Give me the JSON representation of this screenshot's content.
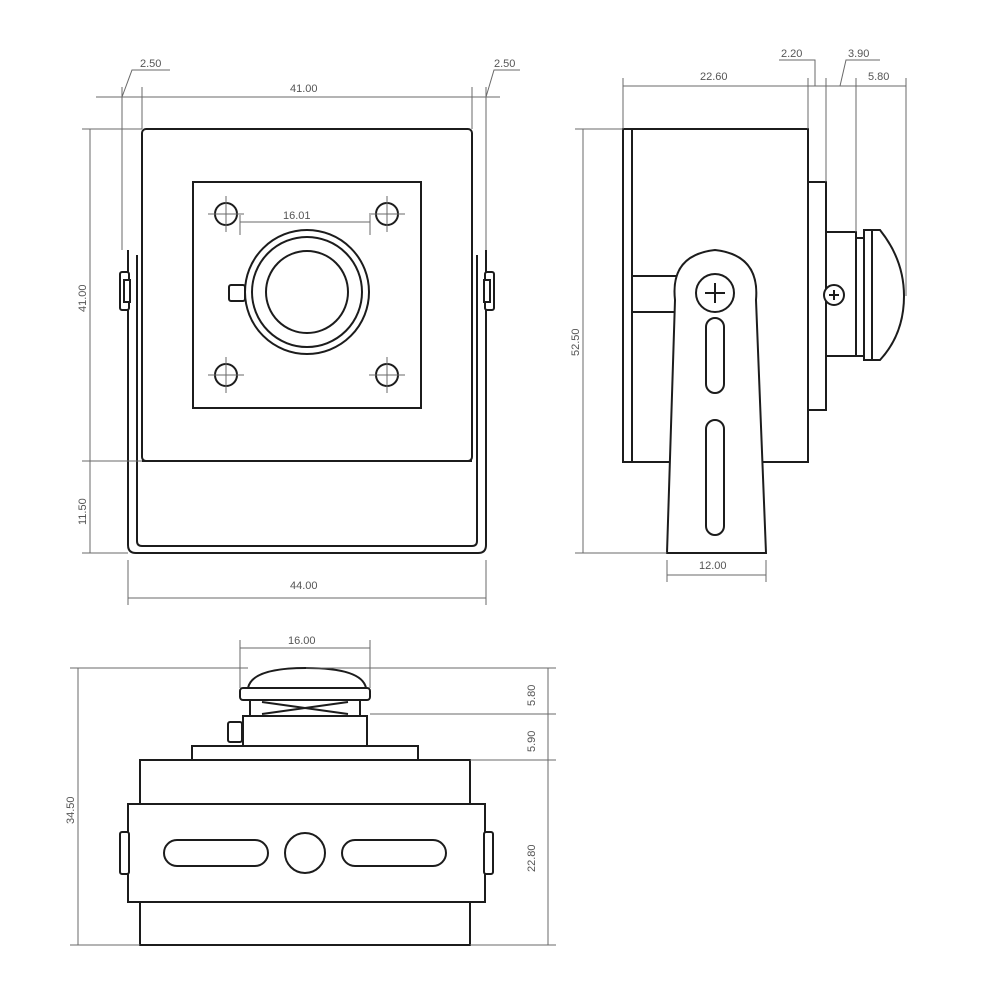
{
  "front_view": {
    "dims": {
      "flange_left": "2.50",
      "body_width": "41.00",
      "flange_right": "2.50",
      "body_height": "41.00",
      "bracket_drop": "11.50",
      "bracket_width": "44.00",
      "lens_mount_spacing": "16.01"
    }
  },
  "side_view": {
    "dims": {
      "body_depth": "22.60",
      "plate_thickness": "2.20",
      "lens_mount_depth": "3.90",
      "lens_depth": "5.80",
      "overall_height": "52.50",
      "bracket_arm_width": "12.00"
    }
  },
  "bottom_view": {
    "dims": {
      "lens_diameter": "16.00",
      "lens_height": "5.80",
      "mount_height": "5.90",
      "body_height": "22.80",
      "overall_depth": "34.50"
    }
  }
}
